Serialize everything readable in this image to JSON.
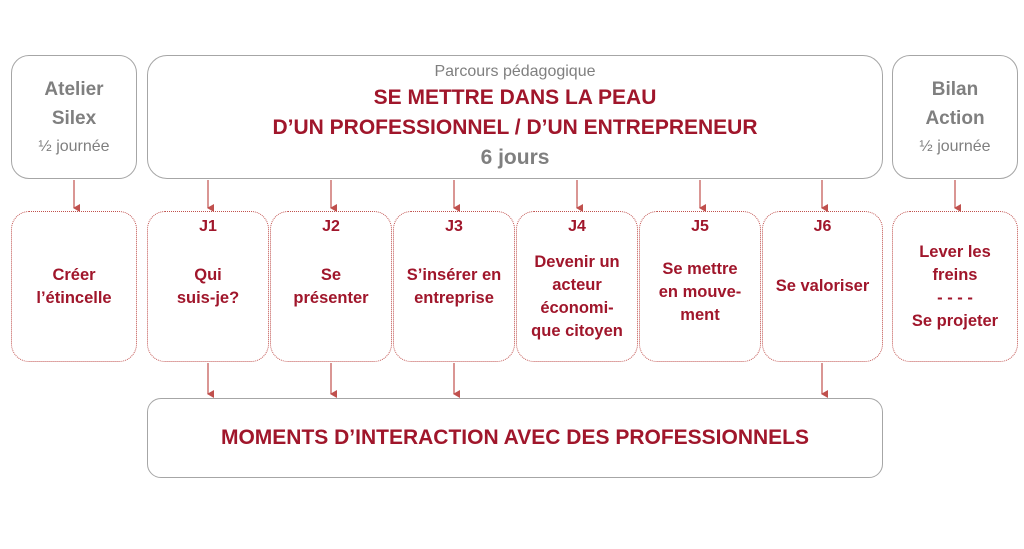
{
  "left_header": {
    "title_line1": "Atelier",
    "title_line2": "Silex",
    "duration": "½ journée"
  },
  "main_header": {
    "subtitle": "Parcours pédagogique",
    "title_line1": "SE METTRE DANS LA PEAU",
    "title_line2": "D’UN PROFESSIONNEL / D’UN ENTREPRENEUR",
    "duration": "6 jours"
  },
  "right_header": {
    "title_line1": "Bilan",
    "title_line2": "Action",
    "duration": "½ journée"
  },
  "left_box": {
    "line1": "Créer",
    "line2": "l’étincelle"
  },
  "days": [
    {
      "label": "J1",
      "lines": [
        "Qui",
        "suis-je?"
      ]
    },
    {
      "label": "J2",
      "lines": [
        "Se",
        "présenter"
      ]
    },
    {
      "label": "J3",
      "lines": [
        "S’insérer en",
        "entreprise"
      ]
    },
    {
      "label": "J4",
      "lines": [
        "Devenir un",
        "acteur",
        "économi-",
        "que citoyen"
      ]
    },
    {
      "label": "J5",
      "lines": [
        "Se mettre",
        "en mouve-",
        "ment"
      ]
    },
    {
      "label": "J6",
      "lines": [
        "Se valoriser"
      ]
    }
  ],
  "right_box": {
    "line1": "Lever les",
    "line2": "freins",
    "separator": "- - - -",
    "line3": "Se projeter"
  },
  "bottom_box": {
    "text": "MOMENTS D’INTERACTION AVEC DES PROFESSIONNELS"
  },
  "colors": {
    "accent": "#a0162b",
    "border_red": "#c0504d",
    "grey_text": "#7f7f7f",
    "grey_border": "#a6a6a6"
  }
}
